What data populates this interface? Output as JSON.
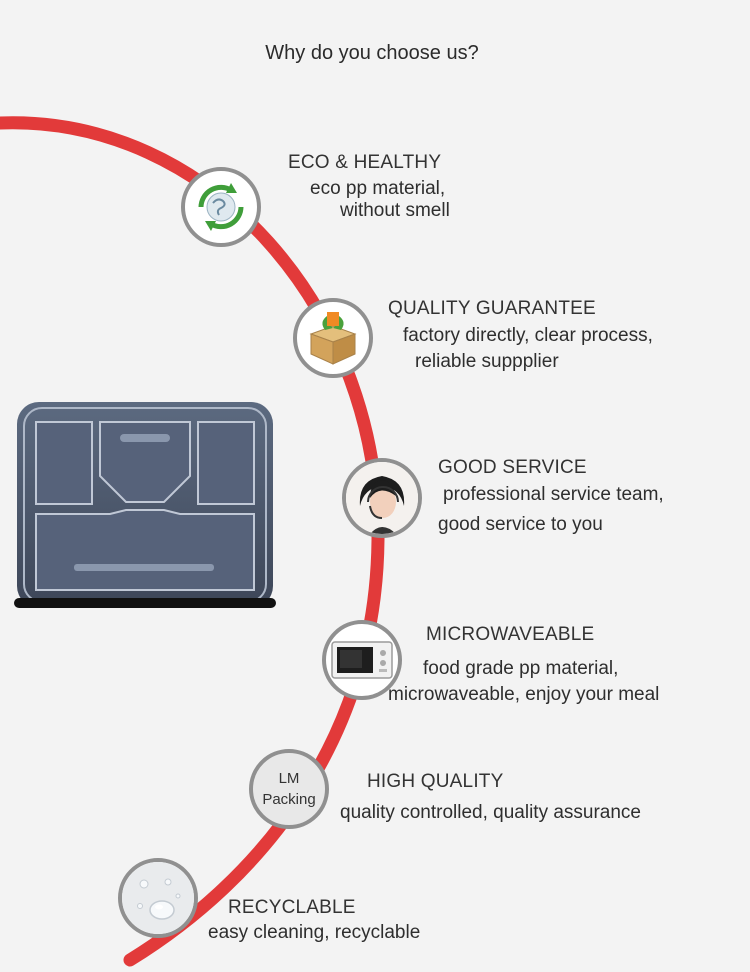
{
  "headline": "Why do you choose us?",
  "accent_color": "#e23a3a",
  "features": [
    {
      "icon": "recycle-globe-icon",
      "title": "ECO & HEALTHY",
      "line1": "eco pp material,",
      "line2": "without smell"
    },
    {
      "icon": "factory-box-icon",
      "title": "QUALITY GUARANTEE",
      "line1": "factory directly, clear process,",
      "line2": "reliable suppplier"
    },
    {
      "icon": "service-agent-icon",
      "title": "GOOD SERVICE",
      "line1": "professional service team,",
      "line2": "good service to you"
    },
    {
      "icon": "microwave-icon",
      "title": "MICROWAVEABLE",
      "line1": "food grade pp material,",
      "line2": "microwaveable, enjoy your meal"
    },
    {
      "icon": "brand-badge",
      "badge_line1": "LM",
      "badge_line2": "Packing",
      "title": "HIGH QUALITY",
      "line1": "quality controlled, quality assurance"
    },
    {
      "icon": "water-drop-icon",
      "title": "RECYCLABLE",
      "line1": "easy cleaning, recyclable"
    }
  ]
}
